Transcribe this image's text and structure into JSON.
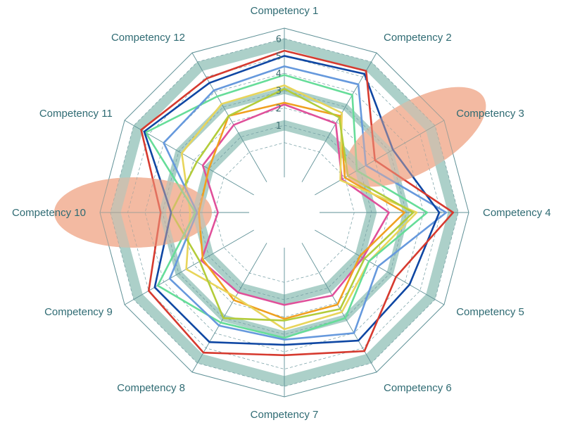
{
  "chart_data": {
    "type": "radar",
    "title": "",
    "axes": [
      "Competency 1",
      "Competency 2",
      "Competency 3",
      "Competency 4",
      "Competency 5",
      "Competency 6",
      "Competency 7",
      "Competency 8",
      "Competency 9",
      "Competency 10",
      "Competency 11",
      "Competency 12"
    ],
    "ticks": [
      "1",
      "2",
      "3",
      "4",
      "5",
      "6"
    ],
    "rlim": [
      -2,
      6.6
    ],
    "grid": true,
    "bands": [
      {
        "from": 0.7,
        "to": 1.3,
        "color": "#a8cdc6"
      },
      {
        "from": 2.8,
        "to": 3.2,
        "color": "#a8cdc6"
      },
      {
        "from": 5.4,
        "to": 6.0,
        "color": "#a8cdc6"
      }
    ],
    "highlighted_axes": [
      "Competency 3",
      "Competency 10"
    ],
    "highlight_color": "#f2b49a",
    "series": [
      {
        "color": "#d63a2f",
        "values": [
          5.3,
          5.4,
          2.0,
          5.7,
          3.4,
          5.2,
          4.2,
          5.3,
          5.0,
          3.1,
          5.5,
          4.9
        ]
      },
      {
        "color": "#0f47a3",
        "values": [
          5.0,
          5.2,
          3.2,
          4.9,
          4.3,
          4.5,
          3.6,
          4.6,
          4.6,
          2.5,
          5.3,
          4.6
        ]
      },
      {
        "color": "#6699dd",
        "values": [
          4.4,
          4.5,
          1.4,
          5.3,
          2.2,
          4.0,
          3.3,
          3.5,
          3.6,
          1.0,
          4.0,
          4.1
        ]
      },
      {
        "color": "#66dd99",
        "values": [
          3.9,
          3.8,
          0.8,
          4.2,
          1.6,
          3.0,
          3.2,
          3.3,
          4.4,
          1.1,
          5.2,
          3.7
        ]
      },
      {
        "color": "#b3cc3a",
        "values": [
          3.1,
          2.3,
          0.2,
          3.4,
          1.3,
          2.4,
          2.2,
          3.0,
          1.6,
          2.5,
          1.8,
          2.4
        ]
      },
      {
        "color": "#e8d55a",
        "values": [
          3.3,
          2.6,
          -0.3,
          3.6,
          1.6,
          2.6,
          2.7,
          1.6,
          2.5,
          1.4,
          2.8,
          3.2
        ]
      },
      {
        "color": "#f0a020",
        "values": [
          2.3,
          2.4,
          0.0,
          2.9,
          1.0,
          2.1,
          2.1,
          1.8,
          1.4,
          0.9,
          1.0,
          2.4
        ]
      },
      {
        "color": "#e0509a",
        "values": [
          2.2,
          1.9,
          -0.2,
          2.0,
          1.2,
          1.5,
          1.3,
          1.3,
          1.5,
          -0.2,
          1.4,
          1.8
        ]
      }
    ]
  }
}
